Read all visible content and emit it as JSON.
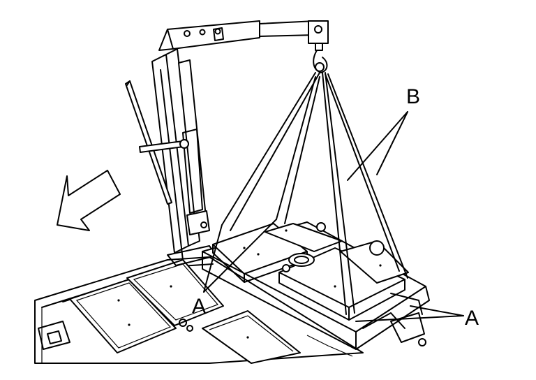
{
  "callouts": {
    "a_left": "A",
    "a_right": "A",
    "b": "B"
  },
  "colors": {
    "ink": "#000000",
    "paper": "#ffffff"
  }
}
